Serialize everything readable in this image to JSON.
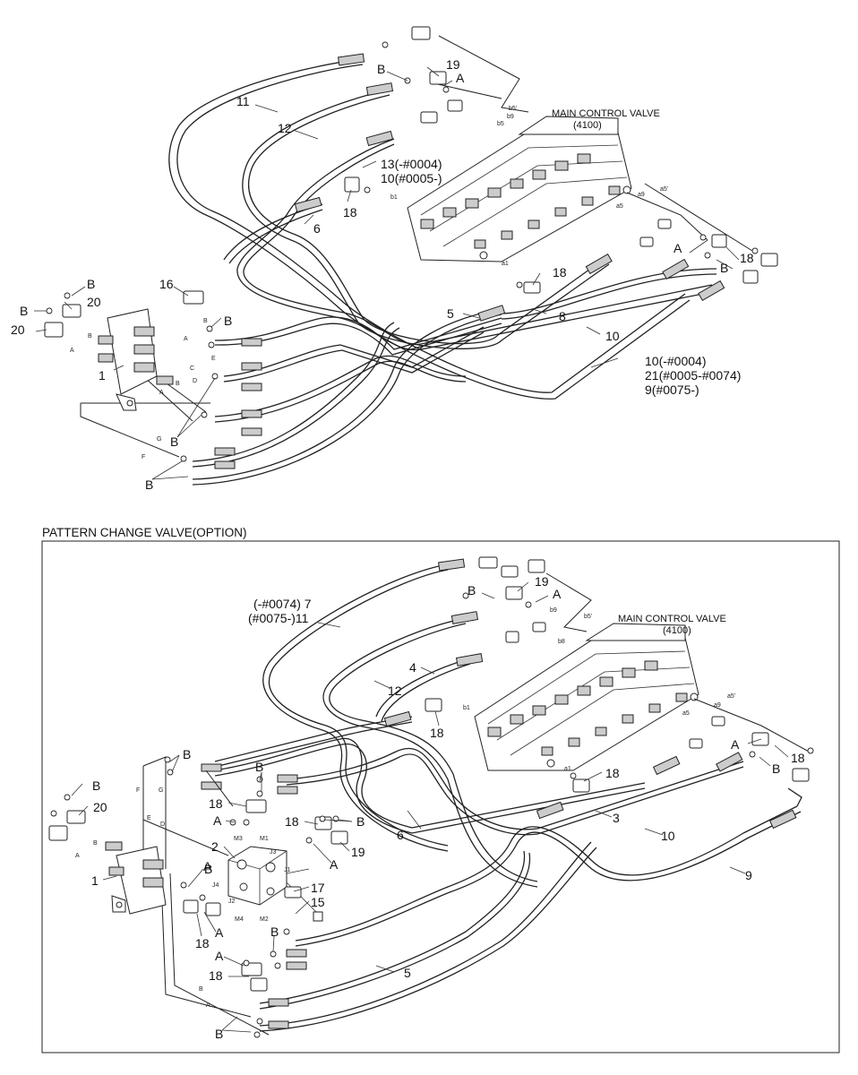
{
  "top": {
    "mcv_title": "MAIN CONTROL VALVE",
    "mcv_code": "(4100)",
    "callouts": {
      "c11": "11",
      "c12": "12",
      "c19": "19",
      "cA1": "A",
      "cB1": "B",
      "c13": "13(-#0004)",
      "c10b": "10(#0005-)",
      "c18a": "18",
      "c6": "6",
      "c16": "16",
      "cB2": "B",
      "c20a": "20",
      "cB3": "B",
      "c20b": "20",
      "c1": "1",
      "cB4": "B",
      "c18b": "18",
      "cA2": "A",
      "cB5": "B",
      "c18c": "18",
      "c5": "5",
      "c8": "8",
      "c10": "10",
      "c10x": "10(-#0004)",
      "c21": "21(#0005-#0074)",
      "c9x": "9(#0075-)",
      "cB6": "B",
      "cB7": "B"
    },
    "ports": {
      "pb5p": "b5'",
      "pb9": "b9",
      "pb5": "b5",
      "pb1": "b1",
      "pa1": "a1",
      "pa9": "a9",
      "pa5p": "a5'",
      "pa5": "a5",
      "pB": "B",
      "pA": "A",
      "pE": "E",
      "pC": "C",
      "pD": "D",
      "pA2": "A",
      "pB2": "B",
      "pG": "G",
      "pF": "F",
      "pA3": "A",
      "pB3": "B"
    }
  },
  "bottom": {
    "section_title": "PATTERN CHANGE VALVE(OPTION)",
    "mcv_title": "MAIN CONTROL VALVE",
    "mcv_code": "(4100)",
    "callouts": {
      "c7": "(-#0074) 7",
      "c11": "(#0075-)11",
      "cB1": "B",
      "c19a": "19",
      "cA1": "A",
      "c4": "4",
      "c12": "12",
      "c18a": "18",
      "cA2": "A",
      "c18b": "18",
      "cB2": "B",
      "c18c": "18",
      "cB3": "B",
      "cB4": "B",
      "c18d": "18",
      "cA3": "A",
      "c18e": "18",
      "cB5": "B",
      "c19b": "19",
      "cA4": "A",
      "c2": "2",
      "c6": "6",
      "c3": "3",
      "c10": "10",
      "c9": "9",
      "cB6": "B",
      "c20": "20",
      "cA5": "A",
      "c17": "17",
      "c15": "15",
      "c1": "1",
      "cB7": "B",
      "cA6": "A",
      "c18f": "18",
      "cB8": "B",
      "cA7": "A",
      "c18g": "18",
      "c5": "5",
      "cB9": "B"
    },
    "ports": {
      "pb9": "b9",
      "pb5p": "b5'",
      "pb8": "b8",
      "pb1": "b1",
      "pa1": "a1",
      "pa5p": "a5'",
      "pa9": "a9",
      "pa5": "a5",
      "pM3": "M3",
      "pM1": "M1",
      "pJ3": "J3",
      "pJ1": "J1",
      "pJ4": "J4",
      "pJ2": "J2",
      "pM4": "M4",
      "pM2": "M2",
      "pF": "F",
      "pG": "G",
      "pE": "E",
      "pD": "D",
      "pB": "B",
      "pA": "A",
      "pB2": "B",
      "pA2": "A"
    }
  }
}
